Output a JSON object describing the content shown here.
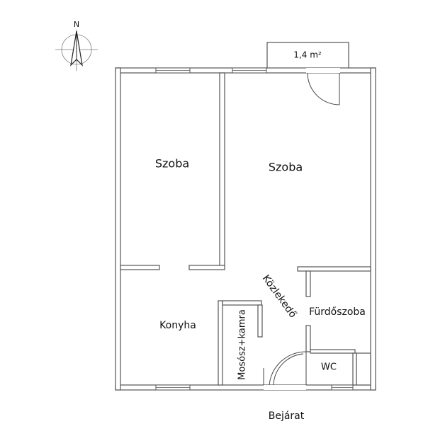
{
  "compass": {
    "label": "N",
    "icon": "north-arrow-icon"
  },
  "balcony": {
    "area": "1,4 m²"
  },
  "rooms": {
    "room_left": "Szoba",
    "room_right": "Szoba",
    "kitchen": "Konyha",
    "corridor": "Közlekedő",
    "bathroom": "Fürdőszoba",
    "laundry_pantry": "Mosósz+kamra",
    "wc": "WC"
  },
  "entrance": {
    "label": "Bejárat"
  },
  "colors": {
    "wall": "#555555",
    "text": "#111111",
    "background": "#ffffff"
  }
}
